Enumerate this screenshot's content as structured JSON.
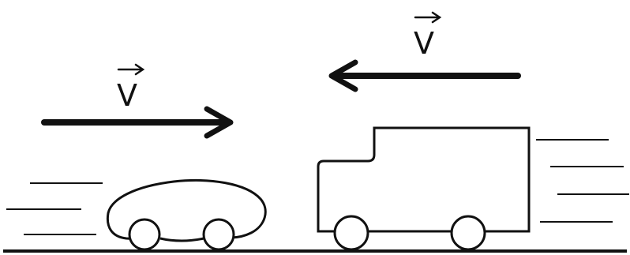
{
  "labels": {
    "car_velocity": "V",
    "truck_velocity": "V"
  },
  "colors": {
    "ink": "#111111",
    "background": "#ffffff"
  },
  "objects": {
    "car": {
      "direction": "right"
    },
    "truck": {
      "direction": "left"
    }
  }
}
